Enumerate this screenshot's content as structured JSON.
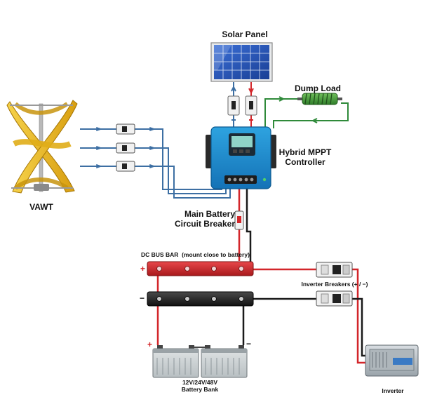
{
  "labels": {
    "solar_panel": "Solar Panel",
    "dump_load": "Dump Load",
    "controller_line1": "Hybrid MPPT",
    "controller_line2": "Controller",
    "vawt": "VAWT",
    "main_breaker_line1": "Main Battery",
    "main_breaker_line2": "Circuit Breaker",
    "dc_bus_bar": "DC BUS BAR  (mount close to battery)",
    "inverter_breakers": "Inverter Breakers (+ / −)",
    "battery_line1": "12V/24V/48V",
    "battery_line2": "Battery Bank",
    "inverter": "Inverter"
  },
  "polarity": {
    "bus_plus": "+",
    "bus_minus": "−",
    "battery_plus": "+",
    "battery_minus": "−"
  },
  "colors": {
    "positive_wire": "#d3262a",
    "negative_wire": "#1a1a1a",
    "ac_wire": "#3d6fa3",
    "dump_wire": "#2f8a3a",
    "controller": "#1f8fcf",
    "vawt_blade": "#e8b71a"
  }
}
